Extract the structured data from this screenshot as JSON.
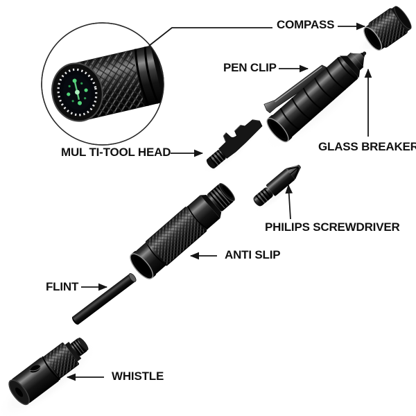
{
  "diagram": {
    "kind": "exploded-parts-diagram",
    "labels": [
      {
        "id": "compass",
        "text": "COMPASS"
      },
      {
        "id": "pen-clip",
        "text": "PEN CLIP"
      },
      {
        "id": "glass-breaker",
        "text": "GLASS BREAKER"
      },
      {
        "id": "multi-tool-head",
        "text": "MUL TI-TOOL HEAD"
      },
      {
        "id": "philips-screwdriver",
        "text": "PHILIPS SCREWDRIVER"
      },
      {
        "id": "anti-slip",
        "text": "ANTI SLIP"
      },
      {
        "id": "flint",
        "text": "FLINT"
      },
      {
        "id": "whistle",
        "text": "WHISTLE"
      }
    ],
    "colors": {
      "background": "#ffffff",
      "label_text": "#111111",
      "leader_line": "#1a1a1a",
      "part_black": "#101010",
      "compass_glow_green": "#53d47a",
      "compass_tick_white": "#e8e8e8"
    }
  }
}
